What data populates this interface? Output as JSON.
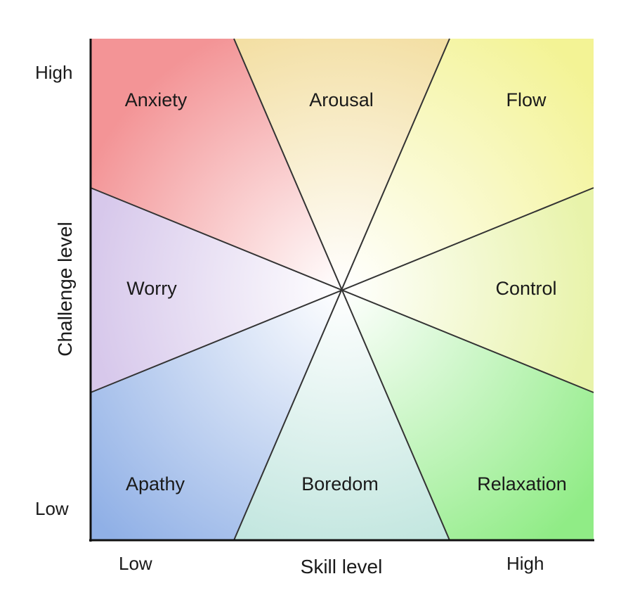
{
  "y_axis": {
    "label": "Challenge level",
    "high": "High",
    "low": "Low"
  },
  "x_axis": {
    "label": "Skill level",
    "low": "Low",
    "high": "High"
  },
  "zones": [
    {
      "key": "anxiety",
      "label": "Anxiety",
      "color": "#f39496"
    },
    {
      "key": "arousal",
      "label": "Arousal",
      "color": "#f3dfa4"
    },
    {
      "key": "flow",
      "label": "Flow",
      "color": "#f3f395"
    },
    {
      "key": "worry",
      "label": "Worry",
      "color": "#d7c8eb"
    },
    {
      "key": "control",
      "label": "Control",
      "color": "#e8f3aa"
    },
    {
      "key": "apathy",
      "label": "Apathy",
      "color": "#90b0e6"
    },
    {
      "key": "boredom",
      "label": "Boredom",
      "color": "#c2e6df"
    },
    {
      "key": "relaxation",
      "label": "Relaxation",
      "color": "#90ec86"
    }
  ],
  "colors": {
    "center": "#ffffff",
    "axis": "#111111",
    "lines": "#333333"
  }
}
